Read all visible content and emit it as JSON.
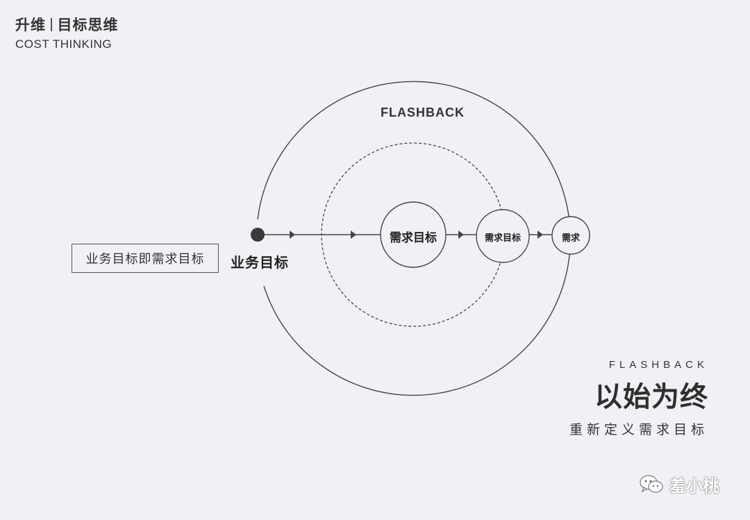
{
  "header": {
    "title_left": "升维",
    "title_right": "目标思维",
    "subtitle": "COST THINKING"
  },
  "diagram": {
    "ring_label": "FLASHBACK",
    "start_node_label": "业务目标",
    "note_box": "业务目标即需求目标",
    "nodes": [
      {
        "label": "需求目标"
      },
      {
        "label": "需求目标"
      },
      {
        "label": "需求"
      }
    ],
    "colors": {
      "line": "#444444",
      "dot": "#3a3a3a",
      "background": "#f0f1f5"
    }
  },
  "corner": {
    "english": "FLASHBACK",
    "title": "以始为终",
    "subtitle": "重新定义需求目标"
  },
  "watermark": {
    "text": "羞小桃",
    "icon": "wechat-icon"
  }
}
